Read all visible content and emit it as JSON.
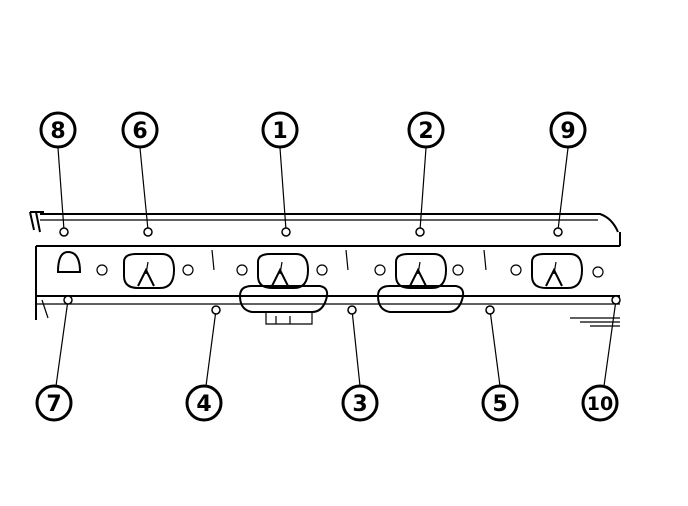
{
  "diagram": {
    "callouts_top": [
      "8",
      "6",
      "1",
      "2",
      "9"
    ],
    "callouts_bottom": [
      "7",
      "4",
      "3",
      "5",
      "10"
    ]
  }
}
